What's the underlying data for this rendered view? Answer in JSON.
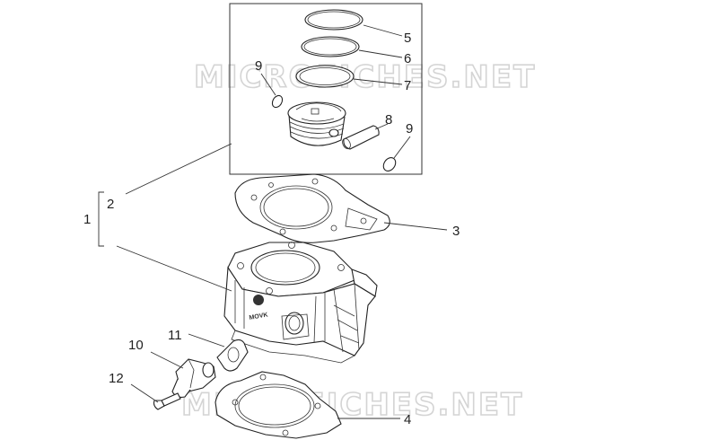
{
  "watermark": "MICROFICHES.NET",
  "labels": {
    "l1": "1",
    "l2": "2",
    "l3": "3",
    "l4": "4",
    "l5": "5",
    "l6": "6",
    "l7": "7",
    "l8": "8",
    "l9a": "9",
    "l9b": "9",
    "l10": "10",
    "l11": "11",
    "l12": "12"
  },
  "cylinder_logo_text": "MOVK"
}
